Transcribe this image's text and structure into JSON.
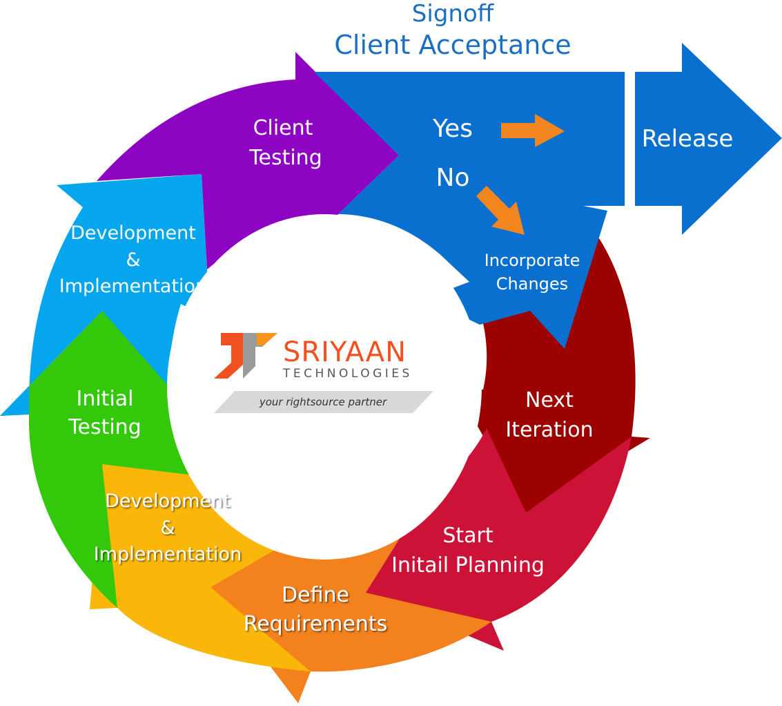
{
  "header": {
    "line1": "Signoff",
    "line2": "Client Acceptance"
  },
  "stages": {
    "client_testing": {
      "line1": "Client",
      "line2": "Testing"
    },
    "dev_impl_top": {
      "line1": "Development",
      "line2": "&",
      "line3": "Implementation"
    },
    "initial_testing": {
      "line1": "Initial",
      "line2": "Testing"
    },
    "dev_impl_bottom": {
      "line1": "Development",
      "line2": "&",
      "line3": "Implementation"
    },
    "define_requirements": {
      "line1": "Define",
      "line2": "Requirements"
    },
    "start_planning": {
      "line1": "Start",
      "line2": "Initail Planning"
    },
    "next_iteration": {
      "line1": "Next",
      "line2": "Iteration"
    },
    "incorporate_changes": {
      "line1": "Incorporate",
      "line2": "Changes"
    }
  },
  "decision": {
    "yes": "Yes",
    "no": "No"
  },
  "release": {
    "label": "Release"
  },
  "logo": {
    "name": "SRIYAAN",
    "subtitle": "TECHNOLOGIES",
    "tagline": "your rightsource partner"
  },
  "colors": {
    "blue_dark": "#0a70cf",
    "blue_light": "#05a6ee",
    "purple": "#8e04c3",
    "green": "#33c90a",
    "yellow": "#fbb709",
    "orange": "#f3821e",
    "crimson": "#cd1238",
    "dark_red": "#9b0200",
    "arrow_orange": "#f48620",
    "header_blue": "#1a6fc4",
    "logo_orange": "#f0511e"
  }
}
